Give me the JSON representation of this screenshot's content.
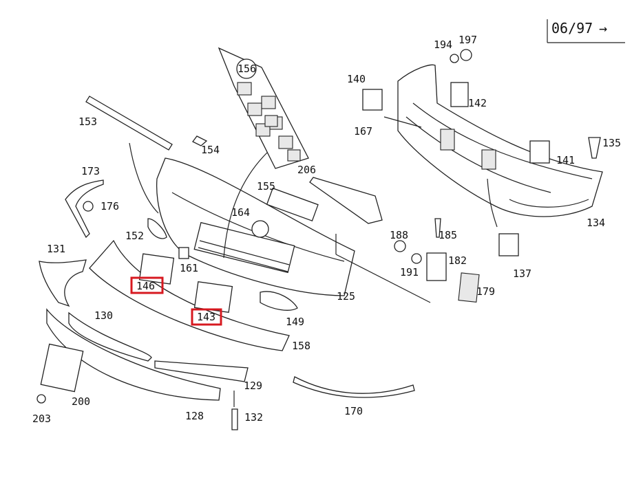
{
  "diagram": {
    "date_code": "06/97",
    "arrow_glyph": "→",
    "callouts": [
      {
        "id": "p156",
        "label": "156"
      },
      {
        "id": "p194",
        "label": "194"
      },
      {
        "id": "p197",
        "label": "197"
      },
      {
        "id": "p140",
        "label": "140"
      },
      {
        "id": "p142",
        "label": "142"
      },
      {
        "id": "p153",
        "label": "153"
      },
      {
        "id": "p154",
        "label": "154"
      },
      {
        "id": "p167",
        "label": "167"
      },
      {
        "id": "p135",
        "label": "135"
      },
      {
        "id": "p141",
        "label": "141"
      },
      {
        "id": "p206",
        "label": "206"
      },
      {
        "id": "p173",
        "label": "173"
      },
      {
        "id": "p176",
        "label": "176"
      },
      {
        "id": "p155",
        "label": "155"
      },
      {
        "id": "p164",
        "label": "164"
      },
      {
        "id": "p134",
        "label": "134"
      },
      {
        "id": "p152",
        "label": "152"
      },
      {
        "id": "p185",
        "label": "185"
      },
      {
        "id": "p188",
        "label": "188"
      },
      {
        "id": "p131",
        "label": "131"
      },
      {
        "id": "p161",
        "label": "161"
      },
      {
        "id": "p182",
        "label": "182"
      },
      {
        "id": "p137",
        "label": "137"
      },
      {
        "id": "p191",
        "label": "191"
      },
      {
        "id": "p146",
        "label": "146"
      },
      {
        "id": "p179",
        "label": "179"
      },
      {
        "id": "p125",
        "label": "125"
      },
      {
        "id": "p143",
        "label": "143"
      },
      {
        "id": "p130",
        "label": "130"
      },
      {
        "id": "p149",
        "label": "149"
      },
      {
        "id": "p158",
        "label": "158"
      },
      {
        "id": "p129",
        "label": "129"
      },
      {
        "id": "p200",
        "label": "200"
      },
      {
        "id": "p203",
        "label": "203"
      },
      {
        "id": "p128",
        "label": "128"
      },
      {
        "id": "p132",
        "label": "132"
      },
      {
        "id": "p170",
        "label": "170"
      }
    ],
    "highlighted": [
      "146",
      "143"
    ],
    "colors": {
      "highlight": "#d71920",
      "line": "#222222",
      "shade": "#e8e8e8"
    }
  }
}
